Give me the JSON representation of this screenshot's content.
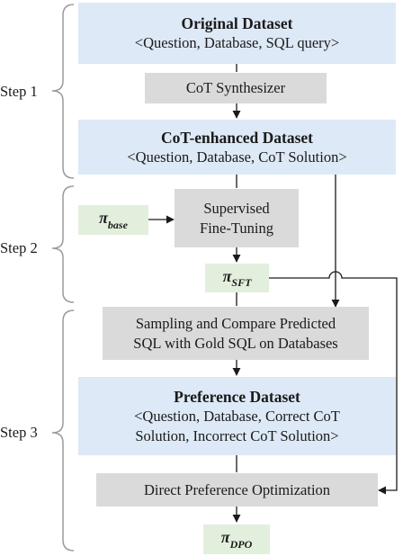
{
  "steps": {
    "step1": "Step 1",
    "step2": "Step 2",
    "step3": "Step 3"
  },
  "nodes": {
    "original_dataset": {
      "title": "Original Dataset",
      "subtitle": "<Question, Database, SQL query>"
    },
    "cot_synthesizer": {
      "label": "CoT Synthesizer"
    },
    "cot_enhanced_dataset": {
      "title": "CoT-enhanced Dataset",
      "subtitle": "<Question, Database, CoT Solution>"
    },
    "pi_base": {
      "symbol": "π",
      "subscript": "base"
    },
    "sft": {
      "line1": "Supervised",
      "line2": "Fine-Tuning"
    },
    "pi_sft": {
      "symbol": "π",
      "subscript": "SFT"
    },
    "sampling": {
      "line1": "Sampling and Compare Predicted",
      "line2": "SQL with Gold SQL on Databases"
    },
    "preference_dataset": {
      "title": "Preference Dataset",
      "line1": "<Question, Database, Correct CoT",
      "line2": "Solution, Incorrect CoT Solution>"
    },
    "dpo": {
      "label": "Direct Preference Optimization"
    },
    "pi_dpo": {
      "symbol": "π",
      "subscript": "DPO"
    }
  },
  "colors": {
    "dataset_fill": "#dde9f6",
    "process_fill": "#dadada",
    "model_fill": "#e3efdd",
    "brace": "#9a9a9a",
    "arrow": "#1a1a1a"
  }
}
